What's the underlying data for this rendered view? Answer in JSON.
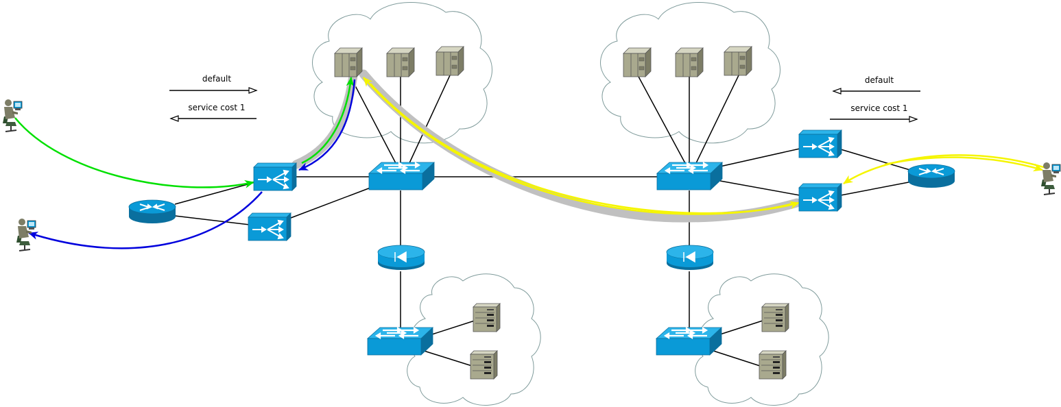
{
  "legend_left": {
    "default_label": "default",
    "service_label": "service cost 1"
  },
  "legend_right": {
    "default_label": "default",
    "service_label": "service cost 1"
  },
  "colors": {
    "device_blue": "#0a9ad7",
    "device_blue_dark": "#0a6f9e",
    "server_khaki": "#a9a98e",
    "cloud_stroke": "#7e9a9a",
    "link": "#000000",
    "path_highlight": "#c0c0c0",
    "green_flow": "#00e000",
    "blue_flow": "#0000dd",
    "yellow_flow": "#f5f500"
  },
  "icons": [
    "cloud-icon",
    "mainframe-server-icon",
    "workgroup-switch-icon",
    "router-icon",
    "load-balancer-icon",
    "firewall-icon",
    "file-server-icon",
    "user-workstation-icon"
  ]
}
